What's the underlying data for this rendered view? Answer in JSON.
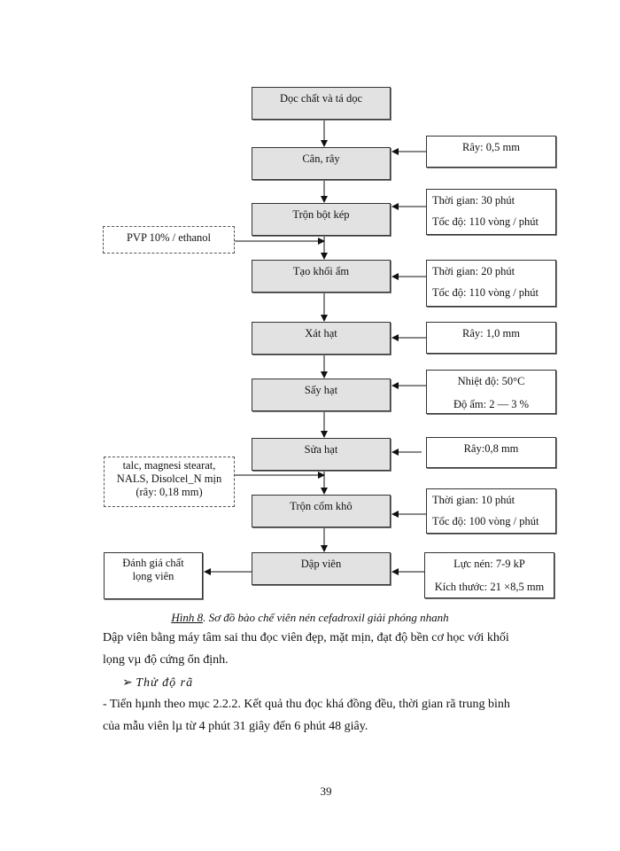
{
  "flowchart": {
    "steps": [
      "Dọc   chất và tá dọc",
      "Cân, rây",
      "Trộn bột kép",
      "Tạo khối ẩm",
      "Xát hạt",
      "Sấy hạt",
      "Sửa hạt",
      "Trộn cốm khô",
      "Dập viên"
    ],
    "params": {
      "can_ray": [
        "Rây: 0,5 mm"
      ],
      "tron_bot_kep": [
        "Thời gian: 30 phút",
        "Tốc độ: 110 vòng / phút"
      ],
      "tao_khoi_am": [
        "Thời gian: 20 phút",
        "Tốc độ: 110 vòng / phút"
      ],
      "xat_hat": [
        "Rây: 1,0 mm"
      ],
      "say_hat": [
        "Nhiệt độ: 50°C",
        "Độ ẩm: 2 — 3 %"
      ],
      "sua_hat": [
        "Rây:0,8 mm"
      ],
      "tron_com_kho": [
        "Thời gian: 10 phút",
        "Tốc độ: 100 vòng / phút"
      ],
      "dap_vien": [
        "Lực nén: 7-9 kP",
        "Kích thước:   21 ×8,5 mm"
      ]
    },
    "inputs": {
      "pvp": "PVP 10% / ethanol",
      "lubricants": [
        "talc, magnesi stearat,",
        "NALS, Disolcel_N mịn",
        "(rây: 0,18 mm)"
      ]
    },
    "output": [
      "Đánh giá chất",
      "lọng    viên"
    ]
  },
  "caption": {
    "label": "Hình 8",
    "text": ". Sơ đồ bào chế viên nén cefadroxil giải phóng nhanh"
  },
  "body": {
    "p1_line1": "Dập viên bằng máy tâm sai thu đọc    viên đẹp, mặt mịn, đạt độ bền cơ học với khối",
    "p1_line2": "lọng   vµ độ cứng ổn định.",
    "heading": "Thử độ rã",
    "p2_line1": "- Tiến hµnh theo mục 2.2.2. Kết quả thu đọc    khá đồng đều, thời gian rã trung bình",
    "p2_line2": "của mẫu viên lµ từ 4 phút 31 giây đến 6 phút 48 giây."
  },
  "page_number": "39"
}
